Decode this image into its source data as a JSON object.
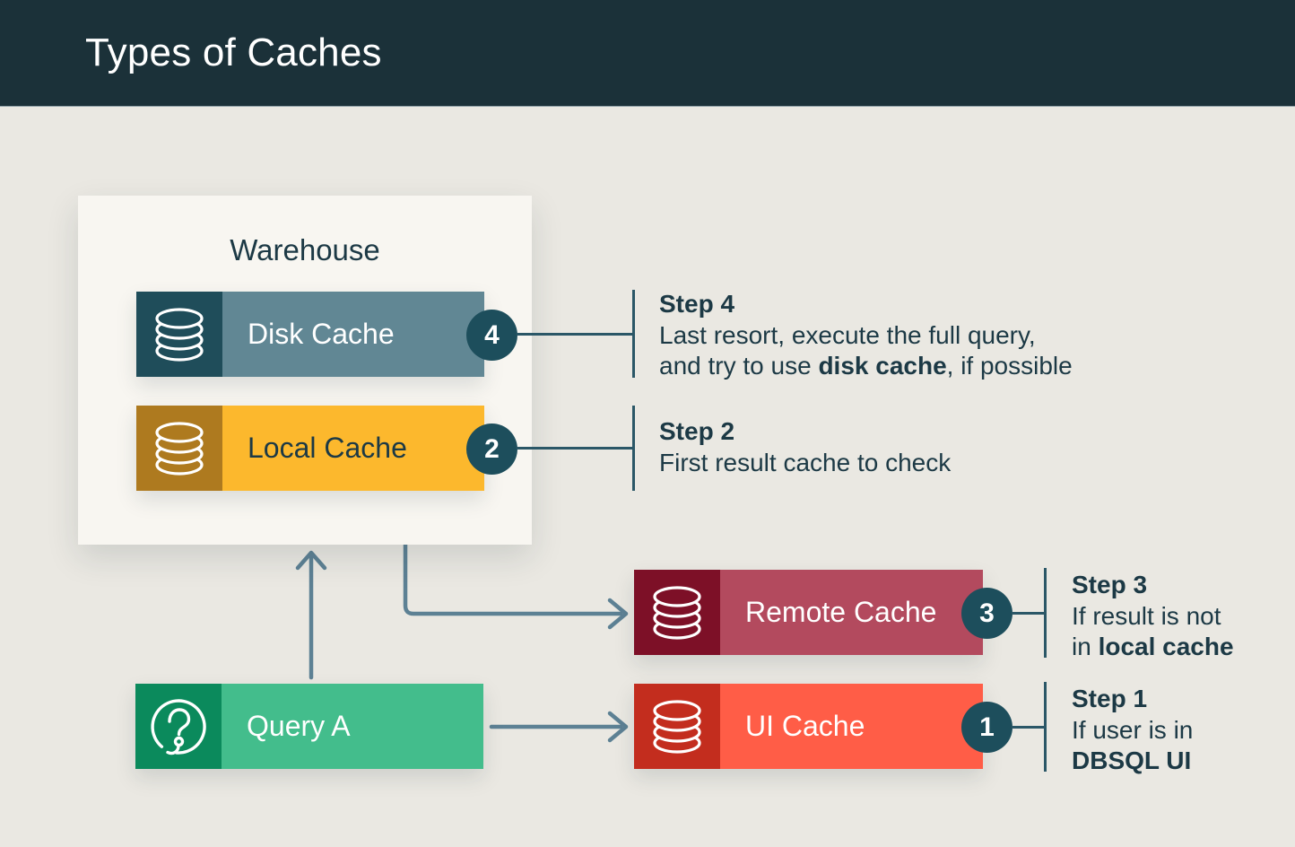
{
  "header": {
    "title": "Types of Caches"
  },
  "warehouse": {
    "label": "Warehouse"
  },
  "nodes": [
    {
      "id": "disk-cache",
      "label": "Disk Cache",
      "badge": "4",
      "icon": "database-icon",
      "icon_bg": "#1f4d5a",
      "bar_bg": "#618794",
      "label_color": "#ffffff"
    },
    {
      "id": "local-cache",
      "label": "Local Cache",
      "badge": "2",
      "icon": "database-icon",
      "icon_bg": "#ae7a1f",
      "bar_bg": "#fcb82d",
      "label_color": "#1c3945"
    },
    {
      "id": "remote-cache",
      "label": "Remote Cache",
      "badge": "3",
      "icon": "database-icon",
      "icon_bg": "#7d1027",
      "bar_bg": "#b34a5e",
      "label_color": "#ffffff"
    },
    {
      "id": "ui-cache",
      "label": "UI Cache",
      "badge": "1",
      "icon": "database-icon",
      "icon_bg": "#c32d1e",
      "bar_bg": "#ff5d47",
      "label_color": "#ffffff"
    },
    {
      "id": "query-a",
      "label": "Query A",
      "icon": "question-mark-icon",
      "icon_bg": "#0b8a5c",
      "bar_bg": "#43bd8c",
      "label_color": "#ffffff"
    }
  ],
  "steps": [
    {
      "id": "step-4",
      "heading": "Step 4",
      "lines": [
        [
          {
            "text": "Last resort, execute the full query,"
          }
        ],
        [
          {
            "text": "and try to use "
          },
          {
            "text": "disk cache",
            "bold": true
          },
          {
            "text": ", if possible"
          }
        ]
      ]
    },
    {
      "id": "step-2",
      "heading": "Step 2",
      "lines": [
        [
          {
            "text": "First result cache to check"
          }
        ]
      ]
    },
    {
      "id": "step-3",
      "heading": "Step 3",
      "lines": [
        [
          {
            "text": "If result is not"
          }
        ],
        [
          {
            "text": "in "
          },
          {
            "text": "local cache",
            "bold": true
          }
        ]
      ]
    },
    {
      "id": "step-1",
      "heading": "Step 1",
      "lines": [
        [
          {
            "text": "If user is in"
          }
        ],
        [
          {
            "text": "DBSQL UI",
            "bold": true
          }
        ]
      ]
    }
  ],
  "colors": {
    "header_bg": "#1b3139",
    "page_bg": "#eae8e2",
    "box_bg": "#f8f6f1",
    "text_dark": "#1c3945",
    "badge_bg": "#1d4e5c",
    "connector": "#2b5767",
    "arrow": "#5d8194"
  }
}
